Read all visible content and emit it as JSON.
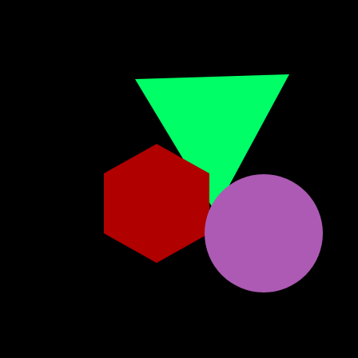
{
  "scene": {
    "background_color": "#000000",
    "shapes": [
      {
        "kind": "triangle",
        "name": "green-triangle",
        "color": "#00FF66"
      },
      {
        "kind": "hexagon",
        "name": "red-hexagon",
        "color": "#B00000"
      },
      {
        "kind": "circle",
        "name": "purple-circle",
        "color": "#AD5AB4"
      }
    ]
  }
}
